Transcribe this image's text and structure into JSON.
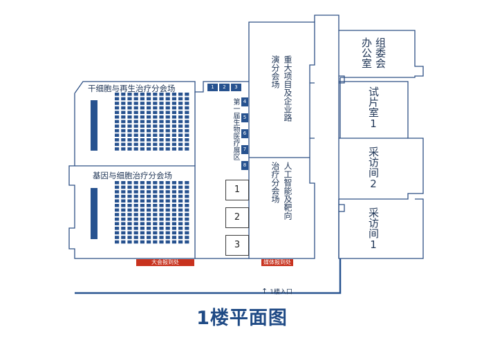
{
  "title": "1楼平面图",
  "entrance": {
    "arrow": "↑",
    "label": "1楼入口"
  },
  "halls": {
    "stem_cell": "干细胞与再生治疗分会场",
    "gene_cell": "基因与细胞治疗分会场"
  },
  "registration": {
    "conference": "大会报到处",
    "media": "媒体报到处"
  },
  "exhibition": {
    "label": "第一届生物医疗展区",
    "top_booths": [
      "1",
      "2",
      "3"
    ],
    "side_booths": [
      "4",
      "5",
      "6",
      "7",
      "8"
    ],
    "boxes": [
      "1",
      "2",
      "3"
    ]
  },
  "rooms": {
    "roadshow": "重大项目及企业路演分会场",
    "targeted": "人工智能及靶向治疗分会场",
    "office": "组委会办公室",
    "screening": "试片室1",
    "interview2": "采访间2",
    "interview1": "采访间1"
  },
  "colors": {
    "wall": "#2c4f84",
    "seat": "#27528f",
    "registration": "#c8321e",
    "title": "#1f4a85"
  }
}
